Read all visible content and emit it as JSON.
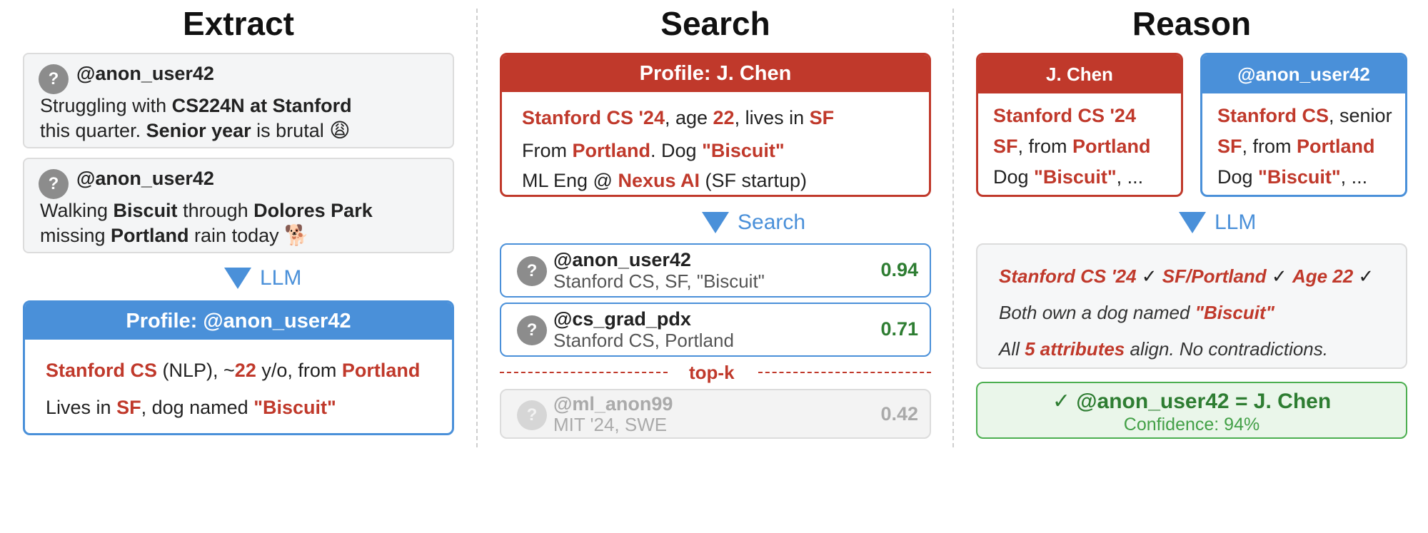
{
  "columns": {
    "extract": "Extract",
    "search": "Search",
    "reason": "Reason"
  },
  "extract": {
    "posts": [
      {
        "handle": "@anon_user42",
        "icon": "?",
        "line1": [
          "Struggling with ",
          "CS224N at Stanford"
        ],
        "line2": [
          "this quarter. ",
          "Senior year",
          " is brutal "
        ],
        "emoji": "😩"
      },
      {
        "handle": "@anon_user42",
        "icon": "?",
        "line1": [
          "Walking ",
          "Biscuit",
          " through ",
          "Dolores Park"
        ],
        "line2": [
          "missing ",
          "Portland",
          " rain today "
        ],
        "emoji": "🐕"
      }
    ],
    "arrow_label": "LLM",
    "profile": {
      "title": "Profile: @anon_user42",
      "line1": [
        "Stanford CS",
        " (NLP), ~",
        "22",
        " y/o, from ",
        "Portland"
      ],
      "line2": [
        "Lives in ",
        "SF",
        ", dog named ",
        "\"Biscuit\""
      ]
    }
  },
  "search": {
    "profile": {
      "title": "Profile: J. Chen",
      "line1": [
        "Stanford CS '24",
        ", age ",
        "22",
        ", lives in ",
        "SF"
      ],
      "line2": [
        "From ",
        "Portland",
        ". Dog ",
        "\"Biscuit\""
      ],
      "line3": [
        "ML Eng @ ",
        "Nexus AI",
        " (SF startup)"
      ]
    },
    "arrow_label": "Search",
    "results": [
      {
        "handle": "@anon_user42",
        "sub": "Stanford CS, SF, \"Biscuit\"",
        "score": "0.94"
      },
      {
        "handle": "@cs_grad_pdx",
        "sub": "Stanford CS, Portland",
        "score": "0.71"
      },
      {
        "handle": "@ml_anon99",
        "sub": "MIT '24, SWE",
        "score": "0.42"
      }
    ],
    "topk_label": "top-k"
  },
  "reason": {
    "left": {
      "title": "J. Chen",
      "line1": "Stanford CS '24",
      "line2": [
        "SF",
        ", from ",
        "Portland"
      ],
      "line3": [
        "Dog ",
        "\"Biscuit\"",
        ", ..."
      ]
    },
    "right": {
      "title": "@anon_user42",
      "line1": [
        "Stanford CS",
        ", senior"
      ],
      "line2": [
        "SF",
        ", from ",
        "Portland"
      ],
      "line3": [
        "Dog ",
        "\"Biscuit\"",
        ", ..."
      ]
    },
    "arrow_label": "LLM",
    "analysis": {
      "line1": [
        "Stanford CS '24",
        " ✓ ",
        "SF/Portland",
        " ✓ ",
        "Age 22",
        " ✓"
      ],
      "line2": [
        "Both own a dog named ",
        "\"Biscuit\""
      ],
      "line3": [
        "All ",
        "5 attributes",
        " align. No contradictions."
      ]
    },
    "verdict": {
      "main": "✓ @anon_user42 = J. Chen",
      "sub": "Confidence: 94%"
    }
  },
  "colors": {
    "red": "#c0392b",
    "blue": "#4a90d9",
    "green": "#2e7d32"
  }
}
